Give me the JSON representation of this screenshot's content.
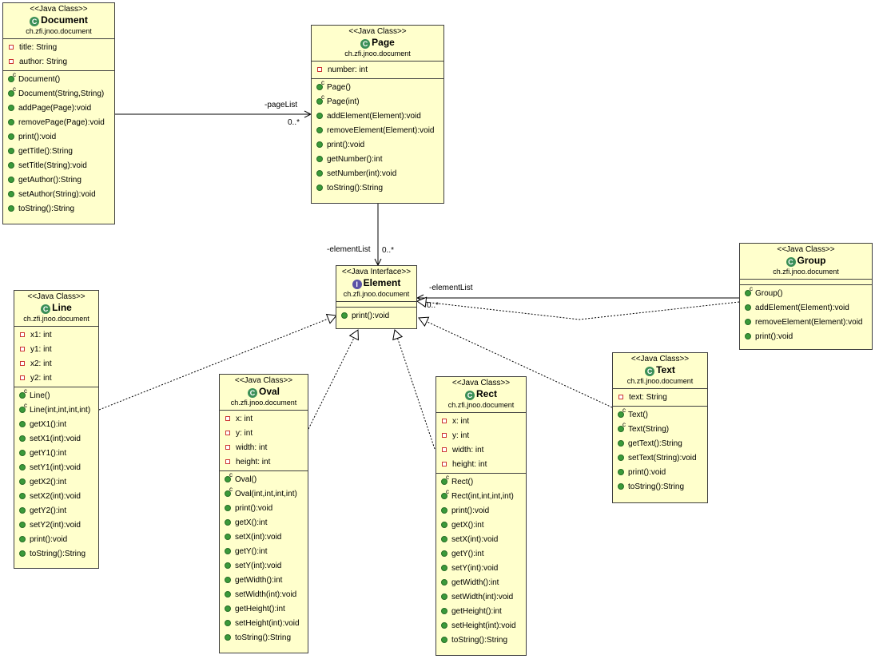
{
  "classes": {
    "document": {
      "stereotype": "<<Java Class>>",
      "name": "Document",
      "package": "ch.zfi.jnoo.document",
      "fields": [
        "title: String",
        "author: String"
      ],
      "constructors": [
        "Document()",
        "Document(String,String)"
      ],
      "methods": [
        "addPage(Page):void",
        "removePage(Page):void",
        "print():void",
        "getTitle():String",
        "setTitle(String):void",
        "getAuthor():String",
        "setAuthor(String):void",
        "toString():String"
      ]
    },
    "page": {
      "stereotype": "<<Java Class>>",
      "name": "Page",
      "package": "ch.zfi.jnoo.document",
      "fields": [
        "number: int"
      ],
      "constructors": [
        "Page()",
        "Page(int)"
      ],
      "methods": [
        "addElement(Element):void",
        "removeElement(Element):void",
        "print():void",
        "getNumber():int",
        "setNumber(int):void",
        "toString():String"
      ]
    },
    "element": {
      "stereotype": "<<Java Interface>>",
      "name": "Element",
      "package": "ch.zfi.jnoo.document",
      "fields": [],
      "constructors": [],
      "methods": [
        "print():void"
      ]
    },
    "group": {
      "stereotype": "<<Java Class>>",
      "name": "Group",
      "package": "ch.zfi.jnoo.document",
      "fields": [],
      "constructors": [
        "Group()"
      ],
      "methods": [
        "addElement(Element):void",
        "removeElement(Element):void",
        "print():void"
      ]
    },
    "line": {
      "stereotype": "<<Java Class>>",
      "name": "Line",
      "package": "ch.zfi.jnoo.document",
      "fields": [
        "x1: int",
        "y1: int",
        "x2: int",
        "y2: int"
      ],
      "constructors": [
        "Line()",
        "Line(int,int,int,int)"
      ],
      "methods": [
        "getX1():int",
        "setX1(int):void",
        "getY1():int",
        "setY1(int):void",
        "getX2():int",
        "setX2(int):void",
        "getY2():int",
        "setY2(int):void",
        "print():void",
        "toString():String"
      ]
    },
    "oval": {
      "stereotype": "<<Java Class>>",
      "name": "Oval",
      "package": "ch.zfi.jnoo.document",
      "fields": [
        "x: int",
        "y: int",
        "width: int",
        "height: int"
      ],
      "constructors": [
        "Oval()",
        "Oval(int,int,int,int)"
      ],
      "methods": [
        "print():void",
        "getX():int",
        "setX(int):void",
        "getY():int",
        "setY(int):void",
        "getWidth():int",
        "setWidth(int):void",
        "getHeight():int",
        "setHeight(int):void",
        "toString():String"
      ]
    },
    "rect": {
      "stereotype": "<<Java Class>>",
      "name": "Rect",
      "package": "ch.zfi.jnoo.document",
      "fields": [
        "x: int",
        "y: int",
        "width: int",
        "height: int"
      ],
      "constructors": [
        "Rect()",
        "Rect(int,int,int,int)"
      ],
      "methods": [
        "print():void",
        "getX():int",
        "setX(int):void",
        "getY():int",
        "setY(int):void",
        "getWidth():int",
        "setWidth(int):void",
        "getHeight():int",
        "setHeight(int):void",
        "toString():String"
      ]
    },
    "text": {
      "stereotype": "<<Java Class>>",
      "name": "Text",
      "package": "ch.zfi.jnoo.document",
      "fields": [
        "text: String"
      ],
      "constructors": [
        "Text()",
        "Text(String)"
      ],
      "methods": [
        "getText():String",
        "setText(String):void",
        "print():void",
        "toString():String"
      ]
    }
  },
  "associations": {
    "page_list_role": "-pageList",
    "page_list_mult": "0..*",
    "element_list_role": "-elementList",
    "element_list_mult": "0..*",
    "group_element_list_role": "-elementList",
    "group_element_list_mult": "0..*"
  },
  "colors": {
    "class_fill": "#ffffcc",
    "border": "#3f3f3f",
    "method_icon": "#3a9a3a",
    "field_icon": "#cc3333",
    "class_badge": "#3b8f57",
    "interface_badge": "#5b52a6"
  }
}
